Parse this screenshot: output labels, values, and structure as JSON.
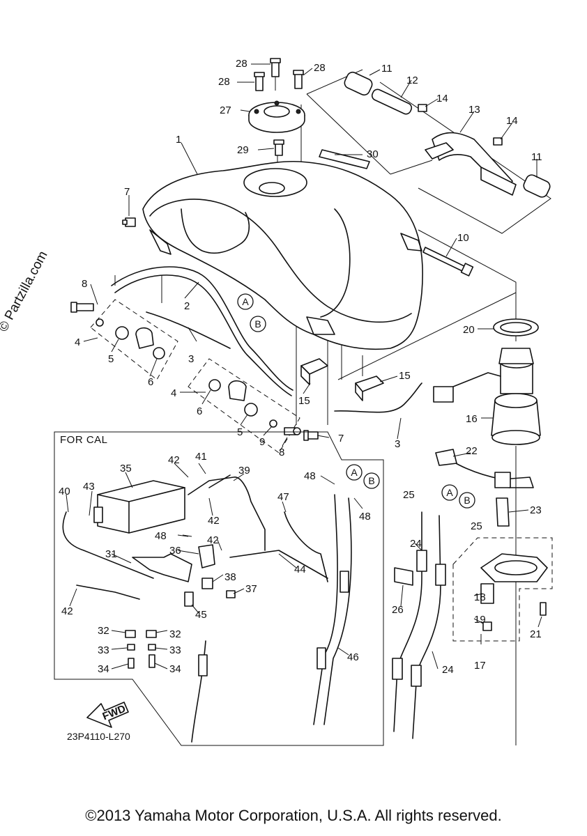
{
  "copyright": "©2013 Yamaha Motor Corporation, U.S.A. All rights reserved.",
  "watermark": "© Partzilla.com",
  "diagram_code": "23P4110-L270",
  "for_cal_label": "FOR CAL",
  "fwd_label": "FWD",
  "callout_letters": [
    "A",
    "B"
  ],
  "part_numbers": [
    "1",
    "2",
    "3",
    "4",
    "5",
    "6",
    "7",
    "8",
    "9",
    "10",
    "11",
    "12",
    "13",
    "14",
    "15",
    "16",
    "17",
    "18",
    "19",
    "20",
    "21",
    "22",
    "23",
    "24",
    "25",
    "26",
    "27",
    "28",
    "29",
    "30",
    "31",
    "32",
    "33",
    "34",
    "35",
    "36",
    "37",
    "38",
    "39",
    "40",
    "41",
    "42",
    "43",
    "44",
    "45",
    "46",
    "47",
    "48"
  ]
}
